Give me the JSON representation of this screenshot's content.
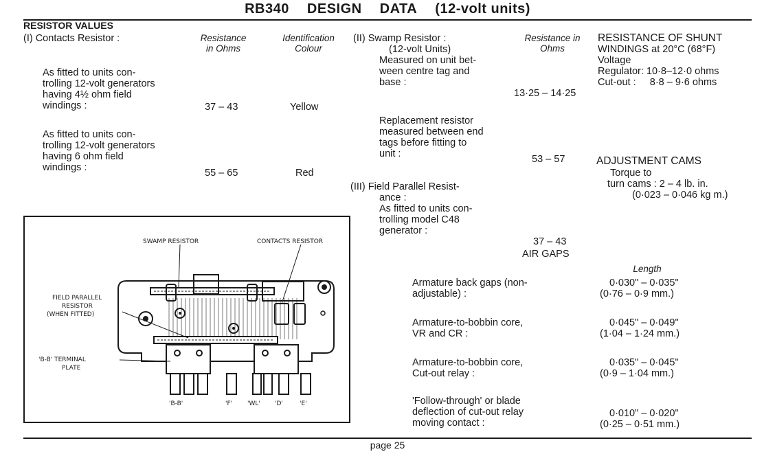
{
  "title": {
    "part1": "RB340",
    "part2": "DESIGN",
    "part3": "DATA",
    "part4": "(12-volt units)"
  },
  "resistor_values": {
    "heading": "RESISTOR VALUES",
    "contacts": {
      "label": "(I) Contacts Resistor :",
      "col_resistance": [
        "Resistance",
        "in Ohms"
      ],
      "col_colour": [
        "Identification",
        "Colour"
      ],
      "row1_lines": [
        "As fitted to units con-",
        "trolling 12-volt generators",
        "having 4½ ohm field",
        "windings :"
      ],
      "row1_value": "37 – 43",
      "row1_colour": "Yellow",
      "row2_lines": [
        "As fitted to units con-",
        "trolling 12-volt generators",
        "having 6 ohm field",
        "windings :"
      ],
      "row2_value": "55 – 65",
      "row2_colour": "Red"
    },
    "swamp": {
      "label_lines": [
        "(II) Swamp Resistor :",
        "(12-volt Units)",
        "Measured on unit bet-",
        "ween centre tag and",
        "base :"
      ],
      "col_resistance": [
        "Resistance in",
        "Ohms"
      ],
      "value": "13·25 – 14·25",
      "replacement_lines": [
        "Replacement resistor",
        "measured between end",
        "tags before fitting to",
        "unit :"
      ],
      "replacement_value": "53 – 57"
    },
    "field_parallel": {
      "label_lines": [
        "(III) Field Parallel Resist-",
        "ance :",
        "As fitted to units con-",
        "trolling model C48",
        "generator :"
      ],
      "value": "37 – 43"
    }
  },
  "shunt": {
    "lines": [
      "RESISTANCE OF SHUNT",
      "WINDINGS at 20°C (68°F)",
      "Voltage",
      "Regulator: 10·8–12·0 ohms",
      "Cut-out :     8·8 – 9·6 ohms"
    ]
  },
  "cams": {
    "heading": "ADJUSTMENT CAMS",
    "lines": [
      "Torque to",
      "turn cams :  2 – 4 lb. in.",
      "(0·023 – 0·046 kg m.)"
    ]
  },
  "air_gaps": {
    "heading": "AIR GAPS",
    "col_length": "Length",
    "rows": [
      {
        "label": [
          "Armature back gaps (non-",
          "adjustable) :"
        ],
        "value": [
          "0·030\" – 0·035\"",
          "(0·76 – 0·9 mm.)"
        ]
      },
      {
        "label": [
          "Armature-to-bobbin core,",
          "VR and CR :"
        ],
        "value": [
          "0·045\" – 0·049\"",
          "(1·04 – 1·24 mm.)"
        ]
      },
      {
        "label": [
          "Armature-to-bobbin core,",
          "Cut-out relay :"
        ],
        "value": [
          "0·035\" – 0·045\"",
          "(0·9 – 1·04 mm.)"
        ]
      },
      {
        "label": [
          "'Follow-through' or blade",
          "deflection of cut-out relay",
          "moving contact :"
        ],
        "value": [
          "0·010\" – 0·020\"",
          "(0·25 – 0·51 mm.)"
        ]
      }
    ]
  },
  "diagram": {
    "swamp": "SWAMP RESISTOR",
    "contacts": "CONTACTS RESISTOR",
    "field_lines": [
      "FIELD PARALLEL",
      "RESISTOR",
      "(WHEN FITTED)"
    ],
    "plate_lines": [
      "'B-B' TERMINAL",
      "PLATE"
    ],
    "terminals": [
      "'B-B'",
      "'F'",
      "'WL'",
      "'D'",
      "'E'"
    ]
  },
  "page": "page 25"
}
